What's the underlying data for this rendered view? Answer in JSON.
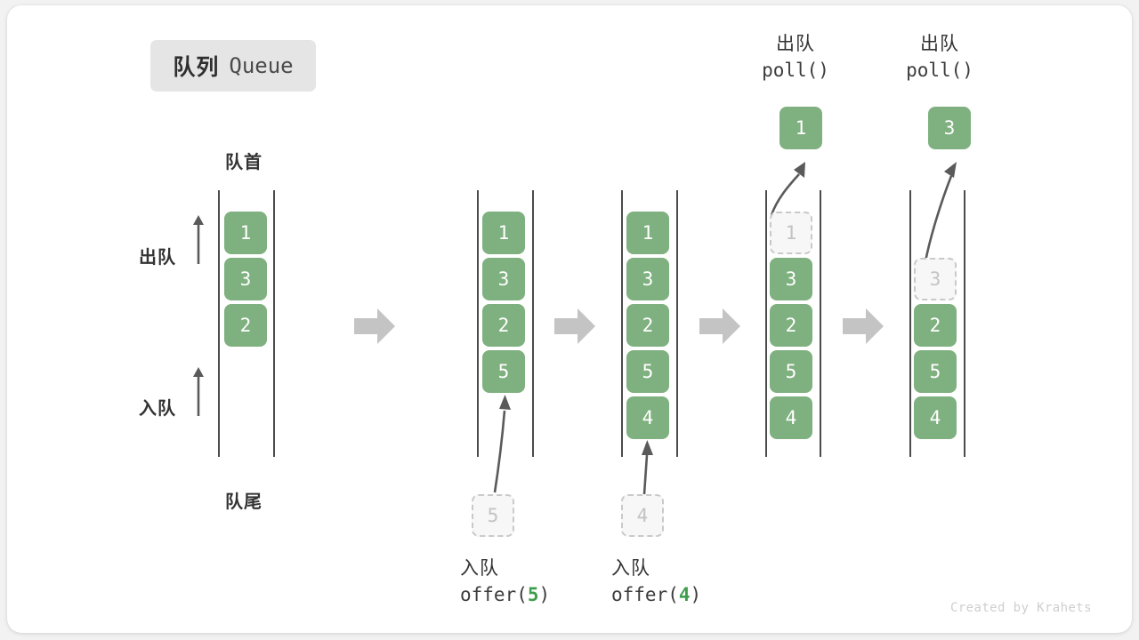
{
  "title": {
    "cn": "队列",
    "en": "Queue"
  },
  "labels": {
    "head": "队首",
    "tail": "队尾",
    "dequeue_side": "出队",
    "enqueue_side": "入队"
  },
  "watermark": "Created by Krahets",
  "colors": {
    "element_fill": "#7fb07f",
    "element_text": "#ffffff",
    "ghost_fill": "#f7f7f7",
    "ghost_border": "#c9c9c9",
    "ghost_text": "#c3c3c3",
    "rail": "#4b4b4b",
    "step_arrow": "#c4c4c4",
    "curve_arrow": "#5a5a5a",
    "badge_bg": "#e5e5e5",
    "accent_arg": "#3f9e4d",
    "text": "#333333",
    "watermark": "#cfcfcf"
  },
  "steps": [
    {
      "id": "initial",
      "items": [
        "1",
        "3",
        "2"
      ],
      "ghost": null,
      "caption": null,
      "popped": null
    },
    {
      "id": "offer-5",
      "items": [
        "1",
        "3",
        "2",
        "5"
      ],
      "ghost": {
        "value": "5",
        "position": "below"
      },
      "caption": {
        "cn": "入队",
        "code_prefix": "offer(",
        "code_arg": "5",
        "code_suffix": ")"
      },
      "popped": null
    },
    {
      "id": "offer-4",
      "items": [
        "1",
        "3",
        "2",
        "5",
        "4"
      ],
      "ghost": {
        "value": "4",
        "position": "below"
      },
      "caption": {
        "cn": "入队",
        "code_prefix": "offer(",
        "code_arg": "4",
        "code_suffix": ")"
      },
      "popped": null
    },
    {
      "id": "poll-1",
      "items": [
        "3",
        "2",
        "5",
        "4"
      ],
      "ghost": {
        "value": "1",
        "position": "head"
      },
      "caption": null,
      "popped": {
        "value": "1",
        "cn": "出队",
        "code": "poll()"
      }
    },
    {
      "id": "poll-3",
      "items": [
        "2",
        "5",
        "4"
      ],
      "ghost": {
        "value": "3",
        "position": "head"
      },
      "caption": null,
      "popped": {
        "value": "3",
        "cn": "出队",
        "code": "poll()"
      }
    }
  ],
  "step_arrows": [
    {
      "from": "initial",
      "to": "offer-5"
    },
    {
      "from": "offer-5",
      "to": "offer-4"
    },
    {
      "from": "offer-4",
      "to": "poll-1"
    },
    {
      "from": "poll-1",
      "to": "poll-3"
    }
  ]
}
